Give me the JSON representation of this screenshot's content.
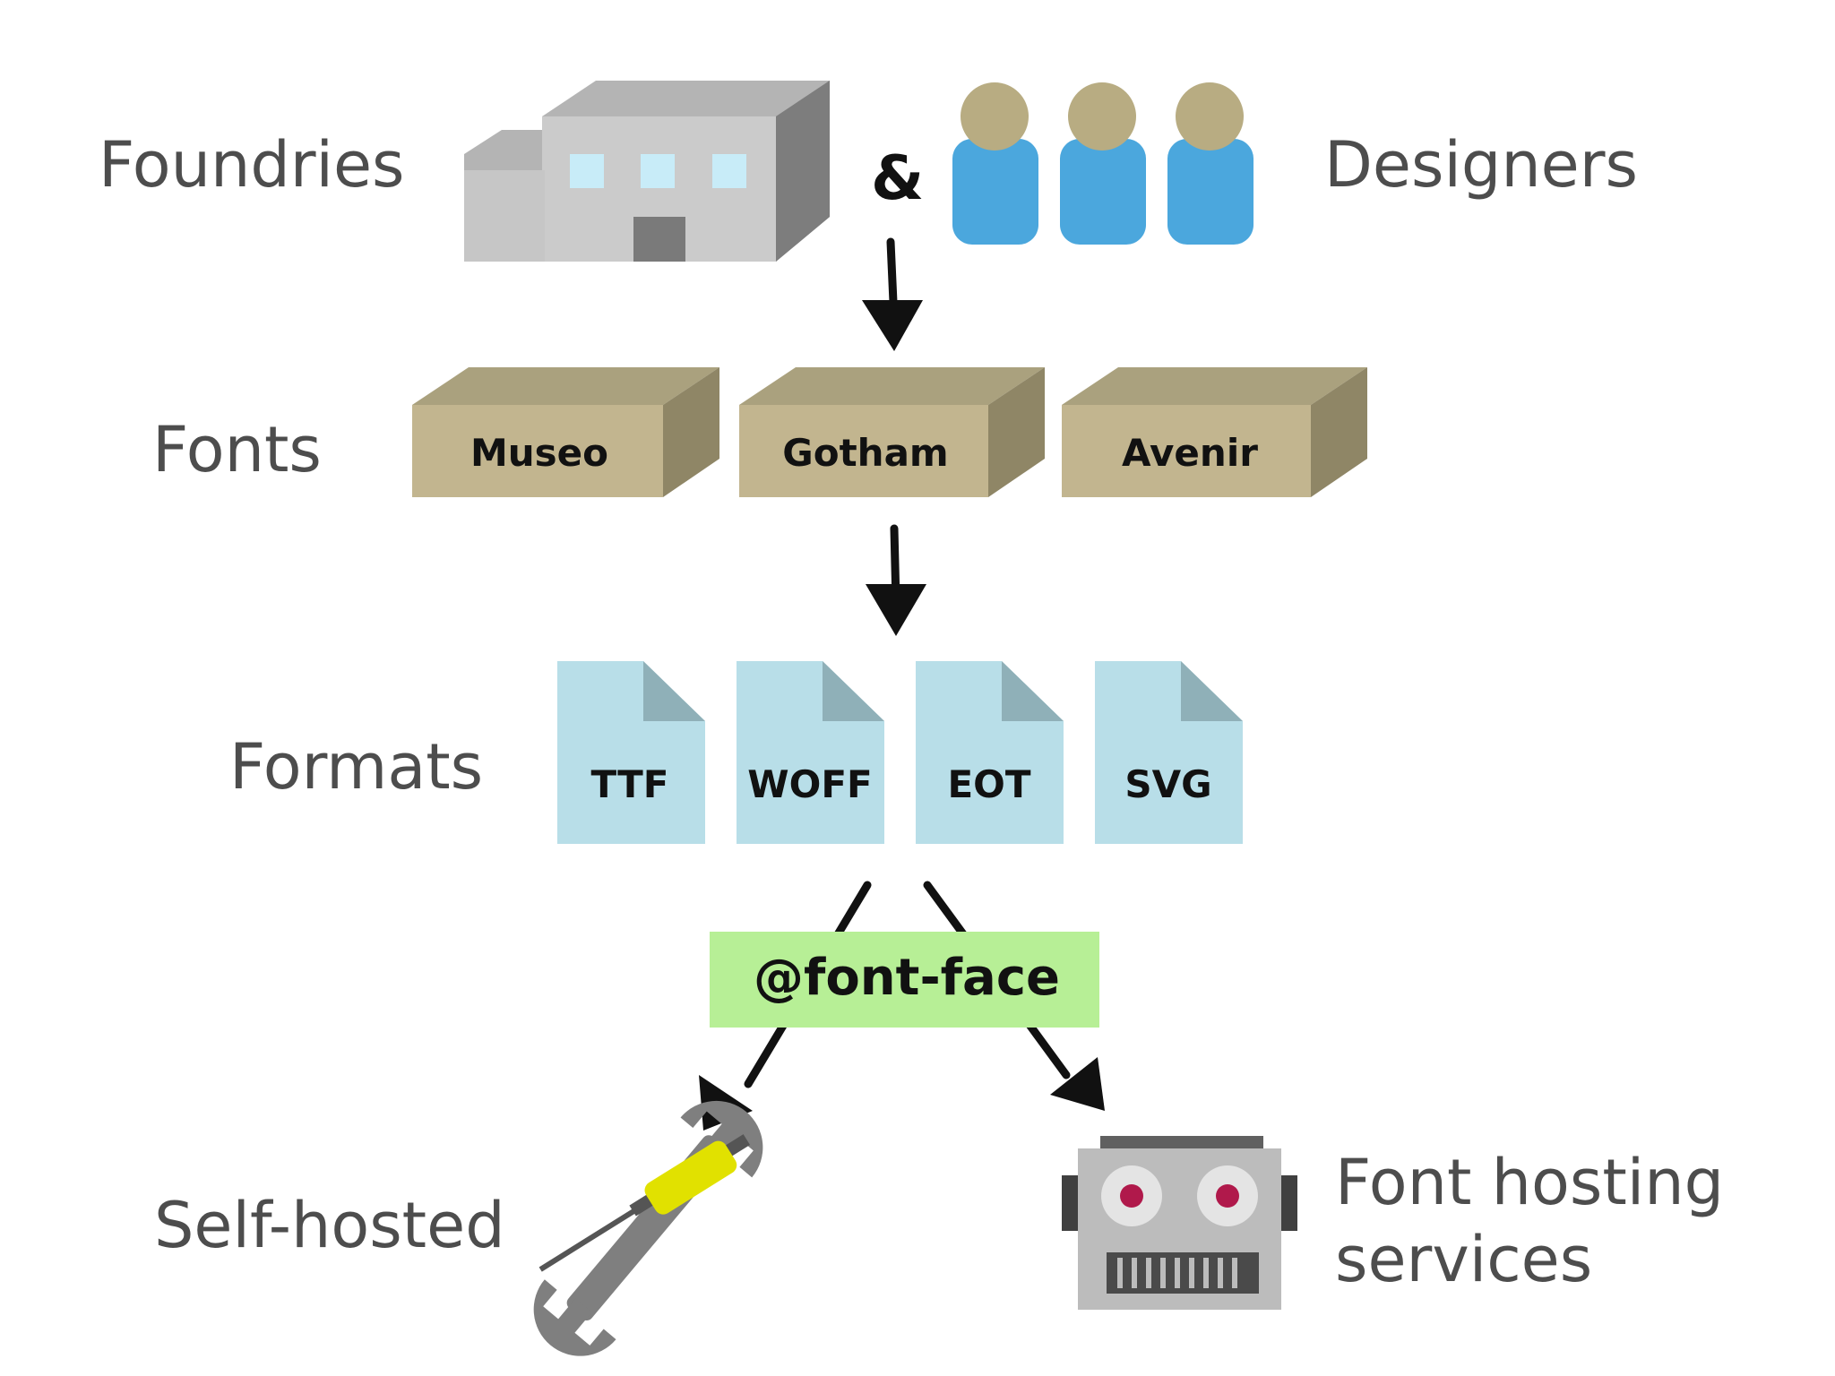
{
  "rows": {
    "foundries": "Foundries",
    "ampersand": "&",
    "designers": "Designers",
    "fonts": "Fonts",
    "formats": "Formats",
    "self_hosted": "Self-hosted",
    "hosting_line1": "Font hosting",
    "hosting_line2": "services"
  },
  "fonts": [
    "Museo",
    "Gotham",
    "Avenir"
  ],
  "formats": [
    "TTF",
    "WOFF",
    "EOT",
    "SVG"
  ],
  "fontface": "@font-face",
  "icons": {
    "foundry": "building-icon",
    "designers": "people-icon",
    "self_hosted": "wrench-screwdriver-icon",
    "hosting": "robot-icon"
  },
  "colors": {
    "box_front": "#c2b58f",
    "box_side": "#8f8666",
    "box_top": "#aaa17e",
    "file_body": "#b8dee8",
    "file_fold": "#8fb0b8",
    "fontface_bg": "#b7ef96",
    "person_body": "#4ba7dd",
    "person_head": "#b8ac82",
    "text_gray": "#4d4d4d"
  }
}
